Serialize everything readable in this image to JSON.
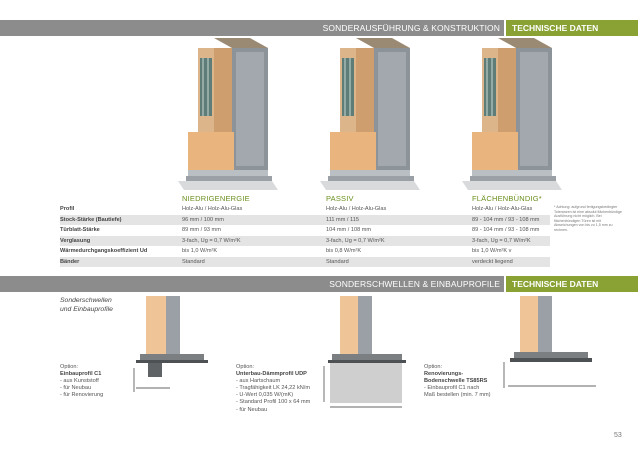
{
  "header_top": {
    "section_title": "SONDERAUSFÜHRUNG & KONSTRUKTION",
    "tab_label": "TECHNISCHE DATEN"
  },
  "columns": [
    "NIEDRIGENERGIE",
    "PASSIV",
    "FLÄCHENBÜNDIG*"
  ],
  "specs": [
    {
      "label": "Profil",
      "values": [
        "Holz-Alu / Holz-Alu-Glas",
        "Holz-Alu / Holz-Alu-Glas",
        "Holz-Alu / Holz-Alu-Glas"
      ]
    },
    {
      "label": "Stock-Stärke (Bautiefe)",
      "values": [
        "96 mm / 100 mm",
        "111 mm / 115",
        "89 - 104 mm / 93 - 108 mm"
      ]
    },
    {
      "label": "Türblatt-Stärke",
      "values": [
        "89 mm / 93 mm",
        "104 mm / 108 mm",
        "89 - 104 mm / 93 - 108 mm"
      ]
    },
    {
      "label": "Verglasung",
      "values": [
        "3-fach, Ug = 0,7 W/m²K",
        "3-fach, Ug = 0,7 W/m²K",
        "3-fach, Ug = 0,7 W/m²K"
      ]
    },
    {
      "label": "Wärmedurchgangskoeffizient Ud",
      "values": [
        "bis 1,0 W/m²K",
        "bis 0,8 W/m²K",
        "bis 1,0 W/m²K v"
      ]
    },
    {
      "label": "Bänder",
      "values": [
        "Standard",
        "Standard",
        "verdeckt liegend"
      ]
    }
  ],
  "footnote": "* Achtung: aufgrund fertigungsbedingter Toleranzen ist eine absolut flächenbündige Ausführung nicht möglich. Bei flächenbündigen Türen ist mit Abweichungen von bis zu 1,5 mm zu rechnen.",
  "header_bottom": {
    "section_title": "SONDERSCHWELLEN & EINBAUPROFILE",
    "tab_label": "TECHNISCHE DATEN"
  },
  "caption": "Sonderschwellen und Einbauprofile",
  "options": [
    {
      "prefix": "Option:",
      "title": "Einbauprofil C1",
      "lines": [
        "- aus Kunststoff",
        "- für Neubau",
        "- für Renovierung"
      ]
    },
    {
      "prefix": "Option:",
      "title": "Unterbau-Dämmprofil UDP",
      "lines": [
        "- aus Hartschaum",
        "- Tragfähigkeit LK 24,22 kN/m",
        "- U-Wert 0,035 W/(mK)",
        "- Standard Profil 100 x 64 mm",
        "- für Neubau"
      ]
    },
    {
      "prefix": "Option:",
      "title": "Renovierungs-Bodenschwelle TS85RS",
      "lines": [
        "- Einbauprofil C1 nach",
        "Maß bestellen (min. 7 mm)"
      ]
    }
  ],
  "page_number": "53",
  "colors": {
    "grey_band": "#8c8c8c",
    "green_band": "#8aa234",
    "column_heading": "#6a8f1c",
    "wood": "#e9b47e"
  }
}
